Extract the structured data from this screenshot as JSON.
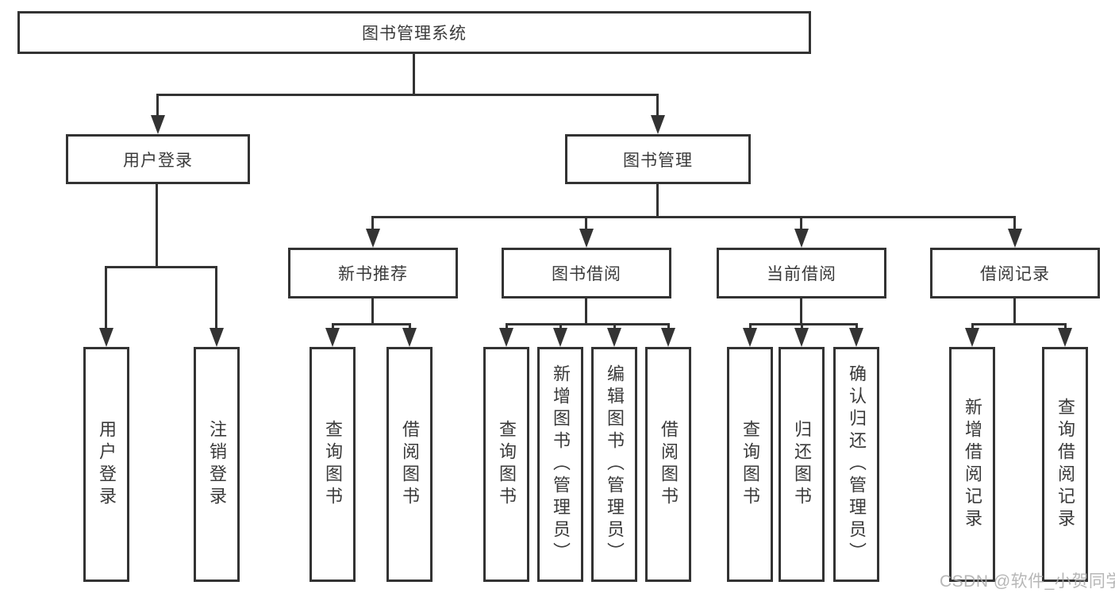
{
  "diagram": {
    "type": "hierarchy-tree",
    "colors": {
      "line": "#333333",
      "box_border": "#333333",
      "text": "#3a3a3a",
      "background": "#ffffff",
      "watermark": "#aaaaaa"
    }
  },
  "nodes": {
    "root": "图书管理系统",
    "user_login": "用户登录",
    "book_management": "图书管理",
    "new_book_recommend": "新书推荐",
    "book_borrowing": "图书借阅",
    "current_borrowing": "当前借阅",
    "borrowing_records": "借阅记录",
    "leaf_user_login": "用户登录",
    "leaf_logout": "注销登录",
    "leaf_query_books_a": "查询图书",
    "leaf_borrow_books_a": "借阅图书",
    "leaf_query_books_b": "查询图书",
    "leaf_add_books": "新增图书（管理员）",
    "leaf_edit_books": "编辑图书（管理员）",
    "leaf_borrow_books_b": "借阅图书",
    "leaf_query_books_c": "查询图书",
    "leaf_return_books": "归还图书",
    "leaf_confirm_return": "确认归还（管理员）",
    "leaf_add_borrow_record": "新增借阅记录",
    "leaf_query_borrow_record": "查询借阅记录"
  },
  "watermark": "CSDN @软件_小贺同学"
}
